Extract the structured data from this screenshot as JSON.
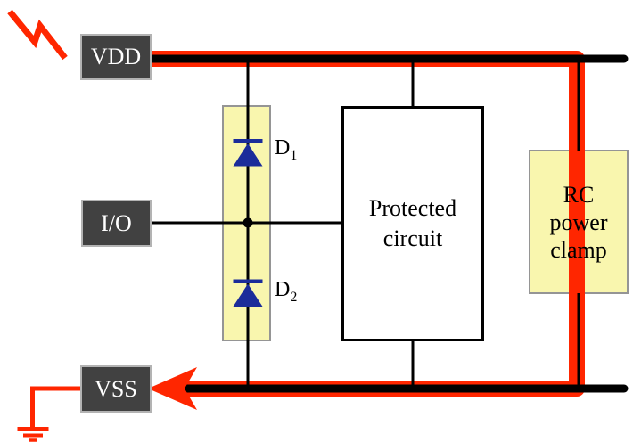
{
  "diagram": {
    "kind": "ESD dual-diode protection scheme with RC power clamp",
    "pads": {
      "vdd": "VDD",
      "io": "I/O",
      "vss": "VSS"
    },
    "protected_circuit": {
      "line1": "Protected",
      "line2": "circuit"
    },
    "rc_clamp": {
      "line1": "RC",
      "line2": "power",
      "line3": "clamp"
    },
    "diode1": {
      "name": "D",
      "sub": "1"
    },
    "diode2": {
      "name": "D",
      "sub": "2"
    },
    "icons": {
      "esd_strike": "lightning-bolt",
      "ground": "earth-ground",
      "current_arrow": "left-arrowhead"
    },
    "colors": {
      "esd_path_red": "#ff2600",
      "rail_black": "#000000",
      "pad_background": "#414141",
      "pad_border": "#b3b3b3",
      "pad_text": "#ffffff",
      "highlight_yellow": "#f9f6ae",
      "highlight_border": "#959595",
      "diode_navy": "#1b2c9a"
    }
  }
}
